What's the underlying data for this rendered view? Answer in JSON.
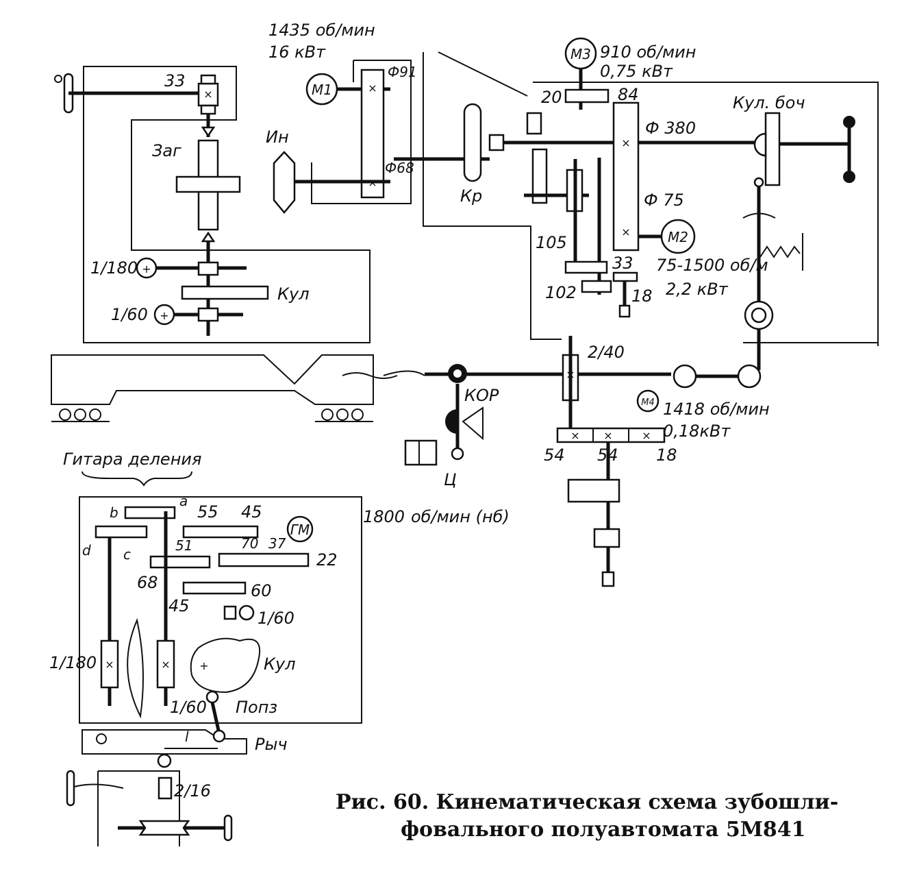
{
  "diagram": {
    "title": "Кинематическая схема зубошлифовального полуавтомата 5М841",
    "caption": {
      "line1": "Рис. 60. Кинематическая схема зубошли-",
      "line2": "фовального полуавтомата 5М841"
    },
    "motors": {
      "m1": {
        "label": "М1",
        "speed": "1435 об/мин",
        "power": "16 кВт"
      },
      "m2": {
        "label": "М2",
        "speed": "75-1500 об/м",
        "power": "2,2 кВт"
      },
      "m3": {
        "label": "М3",
        "speed": "910 об/мин",
        "power": "0,75 кВт"
      },
      "m4": {
        "label": "М4",
        "speed": "1418 об/мин",
        "power": "0,18кВт"
      },
      "gm": {
        "label": "ГМ",
        "speed": "1800",
        "speed_unit": "об/мин (нб)"
      }
    },
    "labels": {
      "workpiece": "Заг",
      "tool": "Ин",
      "crank": "Кр",
      "cam": "Кул",
      "side_cam": "Кул. боч",
      "kor": "КОР",
      "cylinder": "Ц",
      "slider": "Попз",
      "lever": "Рыч",
      "lever_arm": "l",
      "guitar": "Гитара деления",
      "pulley_phi91": "Ф91",
      "pulley_phi68": "Ф68",
      "pulley_phi380": "Ф 380",
      "pulley_phi75": "Ф 75"
    },
    "gears": {
      "top_left_33": "33",
      "g20": "20",
      "g84": "84",
      "g105": "105",
      "g102": "102",
      "g33": "33",
      "g18": "18",
      "worm_2_40": "2/40",
      "g54a": "54",
      "g54b": "54",
      "g18b": "18",
      "worm_2_16": "2/16",
      "ratio_1_180_top": "1/180",
      "ratio_1_60_top": "1/60",
      "ratio_1_180_bottom": "1/180",
      "ratio_1_60_bottom": "1/60",
      "ratio_1_60_mid": "1/60",
      "guitar_b": "b",
      "guitar_a": "a",
      "guitar_d": "d",
      "guitar_c": "c",
      "g55": "55",
      "g45": "45",
      "g51": "51",
      "g70": "70",
      "g37": "37",
      "g22": "22",
      "g68": "68",
      "g45b": "45",
      "g60": "60"
    }
  }
}
